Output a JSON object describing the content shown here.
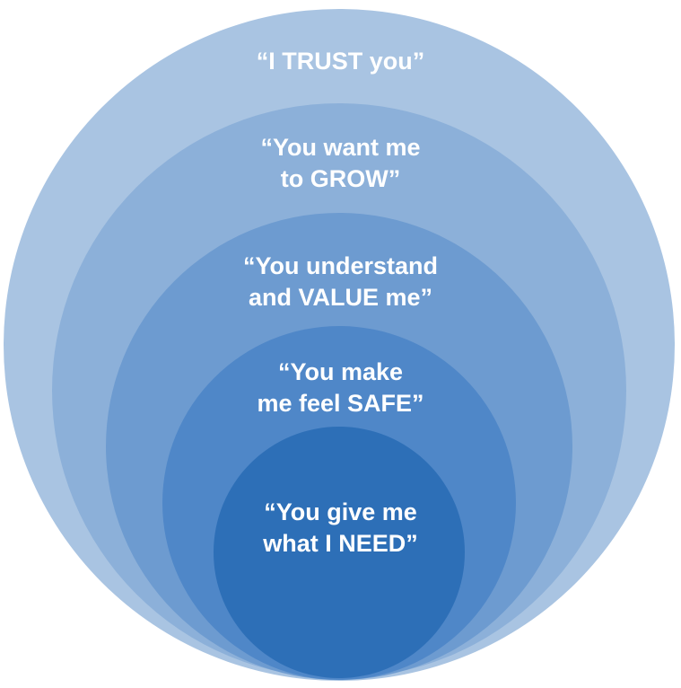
{
  "diagram": {
    "rings": [
      {
        "lines": [
          "“I TRUST you”"
        ],
        "color": "#a9c4e2"
      },
      {
        "lines": [
          "“You want me",
          "to GROW”"
        ],
        "color": "#8cb0d9"
      },
      {
        "lines": [
          "“You understand",
          "and VALUE me”"
        ],
        "color": "#6d9bd0"
      },
      {
        "lines": [
          "“You make",
          "me feel SAFE”"
        ],
        "color": "#4f87c8"
      },
      {
        "lines": [
          "“You give me",
          "what I NEED”"
        ],
        "color": "#2d6fb7"
      }
    ]
  }
}
